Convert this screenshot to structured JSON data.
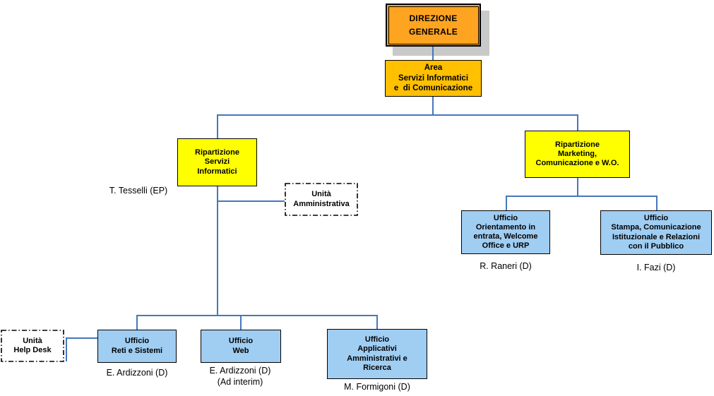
{
  "nodes": {
    "direzione_generale": {
      "text": "DIREZIONE\nGENERALE"
    },
    "area_servizi": {
      "text": "Area\nServizi Informatici\ne  di Comunicazione"
    },
    "ripartizione_servizi_informatici": {
      "text": "Ripartizione\nServizi\nInformatici"
    },
    "ripartizione_marketing": {
      "text": "Ripartizione\nMarketing,\nComunicazione e W.O."
    },
    "unita_amministrativa": {
      "text": "Unità\nAmministrativa"
    },
    "unita_help_desk": {
      "text": "Unità\nHelp Desk"
    },
    "ufficio_reti_sistemi": {
      "text": "Ufficio\nReti e Sistemi"
    },
    "ufficio_web": {
      "text": "Ufficio\nWeb"
    },
    "ufficio_applicativi": {
      "text": "Ufficio\nApplicativi\nAmministrativi e\nRicerca"
    },
    "ufficio_orientamento": {
      "text": "Ufficio\nOrientamento in\nentrata, Welcome\nOffice e URP"
    },
    "ufficio_stampa": {
      "text": "Ufficio\nStampa, Comunicazione\nIstituzionale e Relazioni\ncon il Pubblico"
    }
  },
  "labels": {
    "tesselli": "T. Tesselli (EP)",
    "raneri": "R. Raneri (D)",
    "fazi": "I. Fazi (D)",
    "ardizzoni_reti": "E. Ardizzoni (D)",
    "ardizzoni_web": "E. Ardizzoni (D)\n(Ad interim)",
    "formigoni": "M. Formigoni (D)"
  },
  "colors": {
    "direzione_fill": "#FFA420",
    "area_fill": "#FFC000",
    "ripartizione_fill": "#FFFF00",
    "ufficio_fill": "#A0CDF2",
    "dashed_unit_fill": "#FFFFFF",
    "connector_line": "#4677BB",
    "shadow": "#C9C9C9",
    "border": "#000000"
  }
}
